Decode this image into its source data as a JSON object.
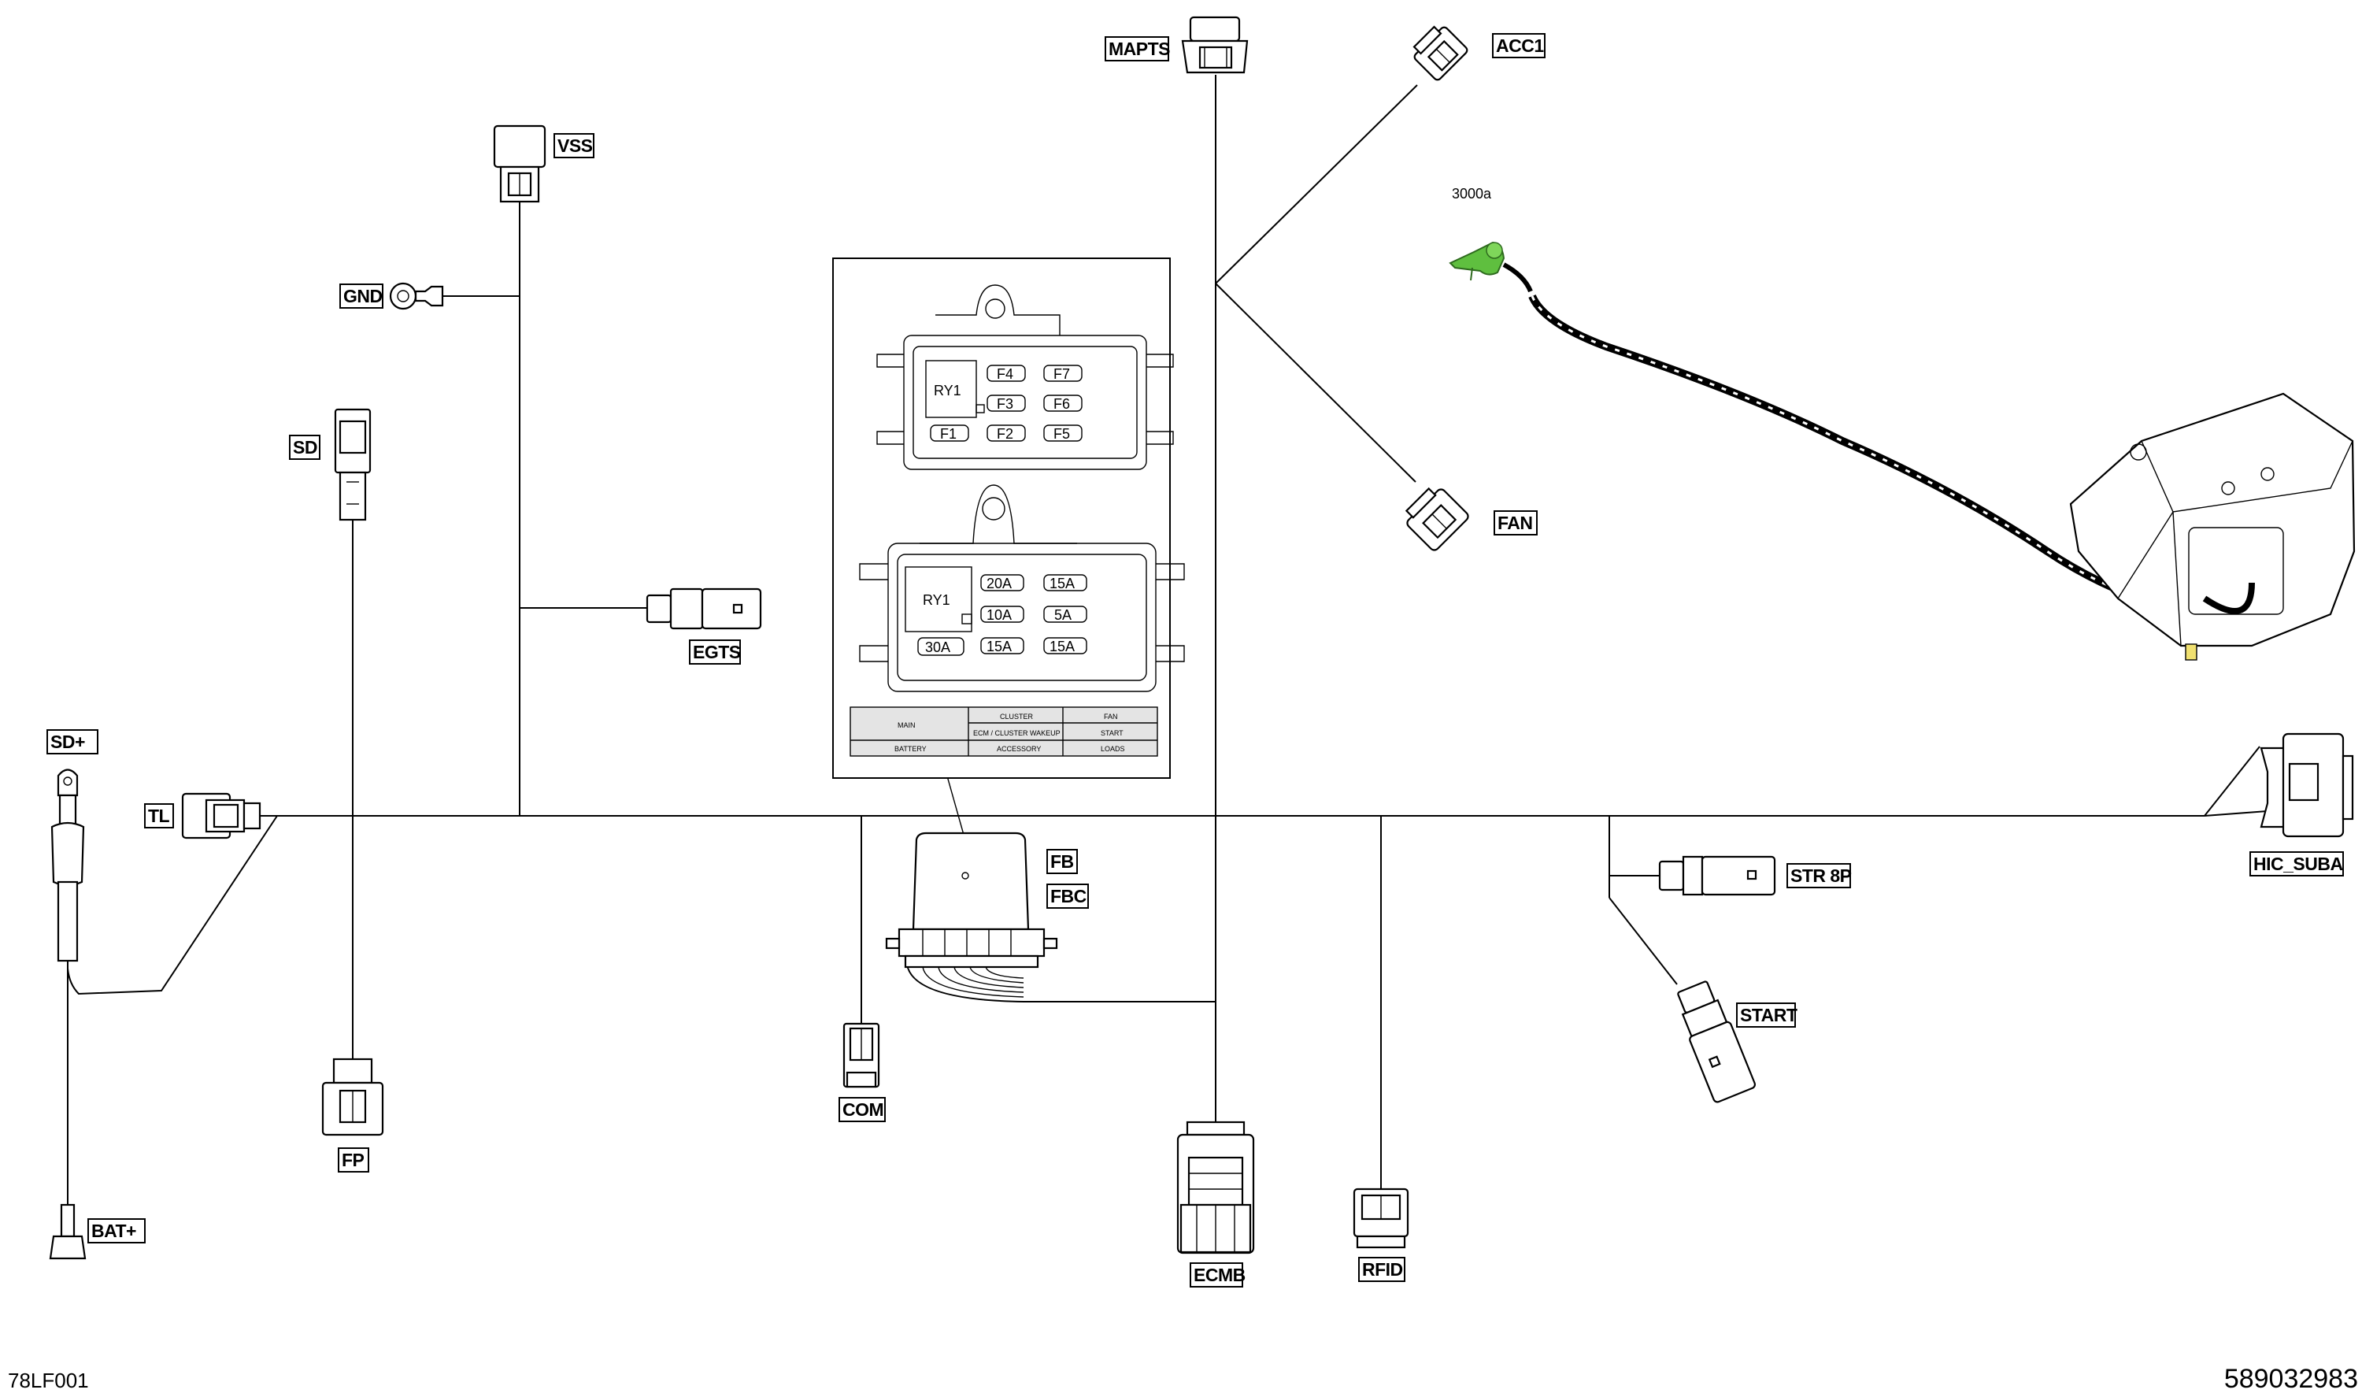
{
  "labels": {
    "mapts": "MAPTS",
    "acc1": "ACC1",
    "vss": "VSS",
    "gnd": "GND",
    "sd": "SD",
    "egts": "EGTS",
    "sd_plus": "SD+",
    "tl": "TL",
    "fp": "FP",
    "bat_plus": "BAT+",
    "fb": "FB",
    "fbc": "FBC",
    "com": "COM",
    "ecmb": "ECMB",
    "rfid": "RFID",
    "fan": "FAN",
    "str8p": "STR 8P",
    "start": "START",
    "hic_suba": "HIC_SUBA",
    "part_3000a": "3000a"
  },
  "fuse_box_top": {
    "relay": "RY1",
    "fuses": [
      "F4",
      "F7",
      "F3",
      "F6",
      "F1",
      "F2",
      "F5"
    ]
  },
  "fuse_box_bottom": {
    "relay": "RY1",
    "ratings": [
      "20A",
      "15A",
      "10A",
      "5A",
      "30A",
      "15A",
      "15A"
    ]
  },
  "legend_table": {
    "row1": [
      "MAIN",
      "CLUSTER",
      "FAN"
    ],
    "row2": [
      "",
      "ECM / CLUSTER WAKEUP",
      "START"
    ],
    "row3": [
      "BATTERY",
      "ACCESSORY",
      "LOADS"
    ]
  },
  "footer": {
    "left_code": "78LF001",
    "right_code": "589032983"
  },
  "colors": {
    "line": "#000000",
    "highlight": "#5fbf3f",
    "table_fill": "#e4e4e4"
  }
}
